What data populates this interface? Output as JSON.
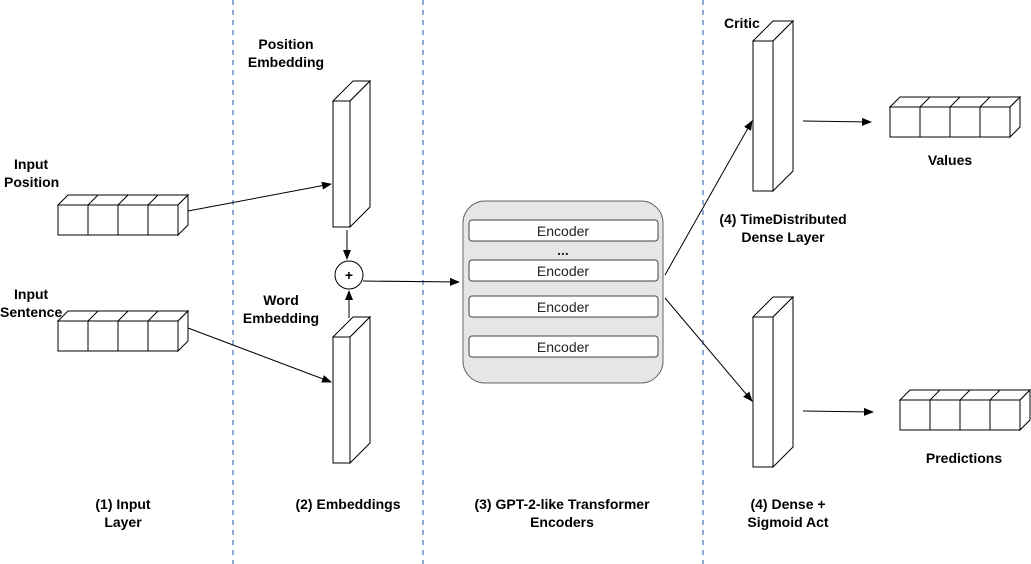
{
  "labels": {
    "input_position": [
      "Input",
      "Position"
    ],
    "input_sentence": [
      "Input",
      "Sentence"
    ],
    "position_embedding": [
      "Position",
      "Embedding"
    ],
    "word_embedding": [
      "Word",
      "Embedding"
    ],
    "critic": "Critic",
    "values": "Values",
    "predictions": "Predictions",
    "timedistributed": [
      "(4) TimeDistributed",
      "Dense Layer"
    ]
  },
  "stages": {
    "input_layer": [
      "(1) Input",
      "Layer"
    ],
    "embeddings": "(2) Embeddings",
    "encoders": [
      "(3) GPT-2-like Transformer",
      "Encoders"
    ],
    "dense_sigmoid": [
      "(4) Dense +",
      "Sigmoid Act"
    ]
  },
  "transformer": {
    "encoders": [
      "Encoder",
      "Encoder",
      "Encoder",
      "Encoder"
    ],
    "ellipsis": "..."
  },
  "plus_symbol": "+",
  "colors": {
    "divider": "#6c8ebf",
    "transformer_fill": "#e6e6e6",
    "stroke": "#000000"
  }
}
